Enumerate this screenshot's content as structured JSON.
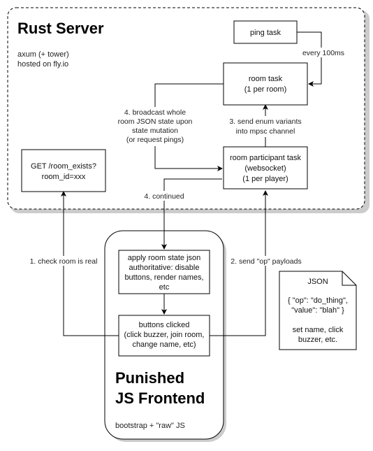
{
  "server": {
    "title": "Rust Server",
    "subtitle_lines": [
      "axum (+ tower)",
      "hosted on fly.io"
    ]
  },
  "nodes": {
    "ping_task": {
      "lines": [
        "ping task"
      ]
    },
    "room_task": {
      "lines": [
        "room task",
        "(1 per room)"
      ]
    },
    "participant_task": {
      "lines": [
        "room participant task",
        "(websocket)",
        "(1 per player)"
      ]
    },
    "room_exists": {
      "lines": [
        "GET /room_exists?",
        "room_id=xxx"
      ]
    },
    "apply_state": {
      "lines": [
        "apply room state json",
        "authoritative: disable",
        "buttons, render names,",
        "etc"
      ]
    },
    "buttons_clicked": {
      "lines": [
        "buttons clicked",
        "(click buzzer, join room,",
        "change name, etc)"
      ]
    }
  },
  "edge_labels": {
    "every_100ms": [
      "every 100ms"
    ],
    "send_enum": [
      "3. send enum variants",
      "into mpsc channel"
    ],
    "broadcast": [
      "4. broadcast whole",
      "room JSON state upon",
      "state mutation",
      "(or request pings)"
    ],
    "continued": [
      "4. continued"
    ],
    "check_room": [
      "1. check room is real"
    ],
    "send_op": [
      "2. send \"op\" payloads"
    ]
  },
  "frontend": {
    "title_lines": [
      "Punished",
      "JS Frontend"
    ],
    "subtitle": "bootstrap + \"raw\" JS"
  },
  "note": {
    "title": "JSON",
    "lines": [
      "{ \"op\": \"do_thing\",",
      "\"value\": \"blah\" }",
      "",
      "set name, click",
      "buzzer, etc."
    ]
  },
  "colors": {
    "stroke": "#000000",
    "background": "#ffffff",
    "shadow": "#cccccc"
  }
}
